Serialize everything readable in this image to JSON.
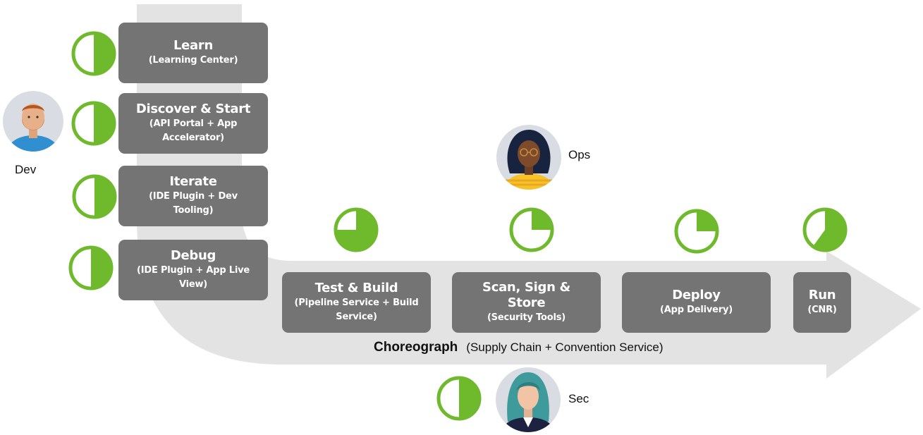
{
  "colors": {
    "accent": "#6fba2c",
    "box": "#747474",
    "flow": "#e3e3e3"
  },
  "steps": [
    {
      "title": "Learn",
      "subtitle": "(Learning Center)",
      "progress": 0.5
    },
    {
      "title": "Discover & Start",
      "subtitle": "(API Portal + App Accelerator)",
      "progress": 0.5
    },
    {
      "title": "Iterate",
      "subtitle": "(IDE Plugin + Dev Tooling)",
      "progress": 0.5
    },
    {
      "title": "Debug",
      "subtitle": "(IDE Plugin + App Live View)",
      "progress": 0.5
    },
    {
      "title": "Test & Build",
      "subtitle": "(Pipeline Service + Build Service)",
      "progress": 0.75
    },
    {
      "title": "Scan, Sign & Store",
      "subtitle": "(Security Tools)",
      "progress": 0.25
    },
    {
      "title": "Deploy",
      "subtitle": "(App Delivery)",
      "progress": 0.25
    },
    {
      "title": "Run",
      "subtitle": "(CNR)",
      "progress": 0.6
    }
  ],
  "personas": [
    {
      "label": "Dev",
      "icon": "dev-avatar-icon"
    },
    {
      "label": "Ops",
      "icon": "ops-avatar-icon"
    },
    {
      "label": "Sec",
      "icon": "sec-avatar-icon",
      "progress": 0.5
    }
  ],
  "choreograph": {
    "title": "Choreograph",
    "subtitle": "(Supply Chain + Convention Service)"
  }
}
